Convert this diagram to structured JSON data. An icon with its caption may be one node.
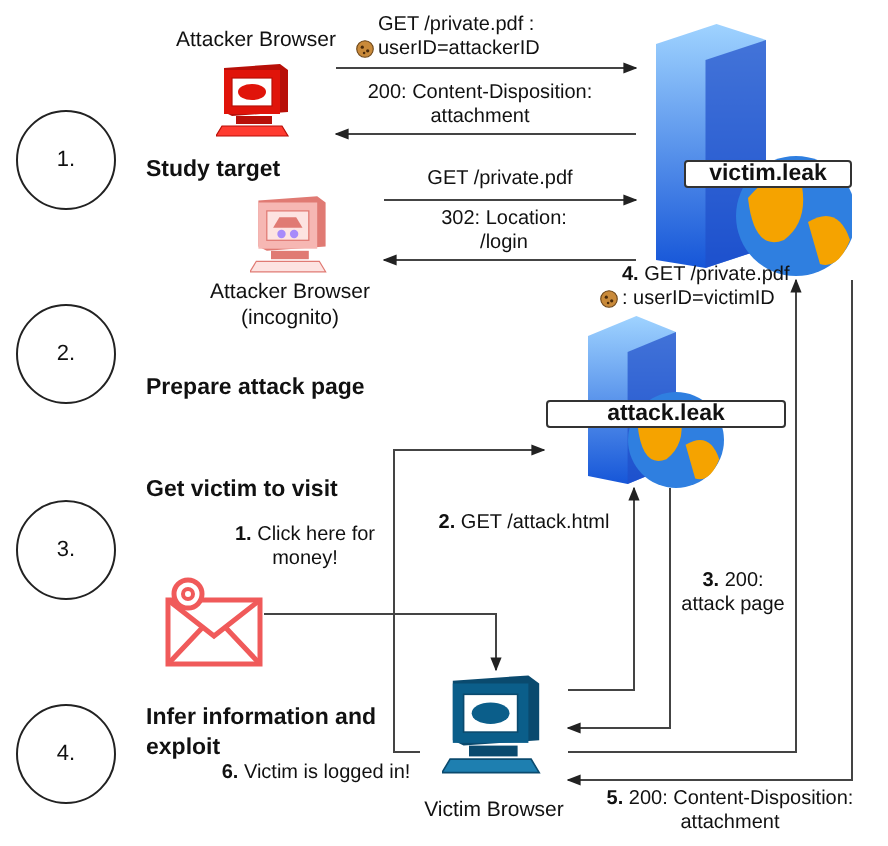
{
  "diagram": {
    "nodes": [
      {
        "text": [
          "1."
        ]
      },
      {
        "text": [
          "2."
        ]
      },
      {
        "text": [
          "3."
        ]
      },
      {
        "text": [
          "4."
        ]
      },
      {
        "text": [
          "Attacker Browser"
        ]
      },
      {
        "text": [
          "Attacker Browser (incognito)"
        ]
      },
      {
        "text": [
          "victim.leak"
        ]
      },
      {
        "text": [
          "attack.leak"
        ]
      },
      {
        "text": [],
        "shape": "envelope"
      },
      {
        "text": [
          "Victim Browser"
        ]
      }
    ],
    "edges": [
      {
        "from": 4,
        "to": 6,
        "arrow": "to",
        "label": "GET /private.pdf : userID=attackerID"
      },
      {
        "from": 6,
        "to": 4,
        "arrow": "to",
        "label": "200: Content-Disposition: attachment"
      },
      {
        "from": 5,
        "to": 6,
        "arrow": "to",
        "label": "GET /private.pdf"
      },
      {
        "from": 6,
        "to": 5,
        "arrow": "to",
        "label": "302: Location: /login"
      },
      {
        "from": 8,
        "to": 9,
        "arrow": "to",
        "label": "**1.** Click here for money!"
      },
      {
        "from": 9,
        "to": 7,
        "arrow": "to",
        "label": "**2.** GET /attack.html"
      },
      {
        "from": 7,
        "to": 9,
        "arrow": "to",
        "label": "**3.** 200: attack page"
      },
      {
        "from": 9,
        "to": 6,
        "arrow": "to",
        "label": "**4.** GET /private.pdf : userID=victimID"
      },
      {
        "from": 6,
        "to": 9,
        "arrow": "to",
        "label": "**5.** 200: Content-Disposition: attachment"
      },
      {
        "from": 9,
        "to": 7,
        "arrow": "to",
        "label": "**6.** Victim is logged in!"
      }
    ],
    "labels": [
      "Study target",
      "Prepare attack page",
      "Get victim to visit",
      "Infer information and exploit"
    ]
  }
}
